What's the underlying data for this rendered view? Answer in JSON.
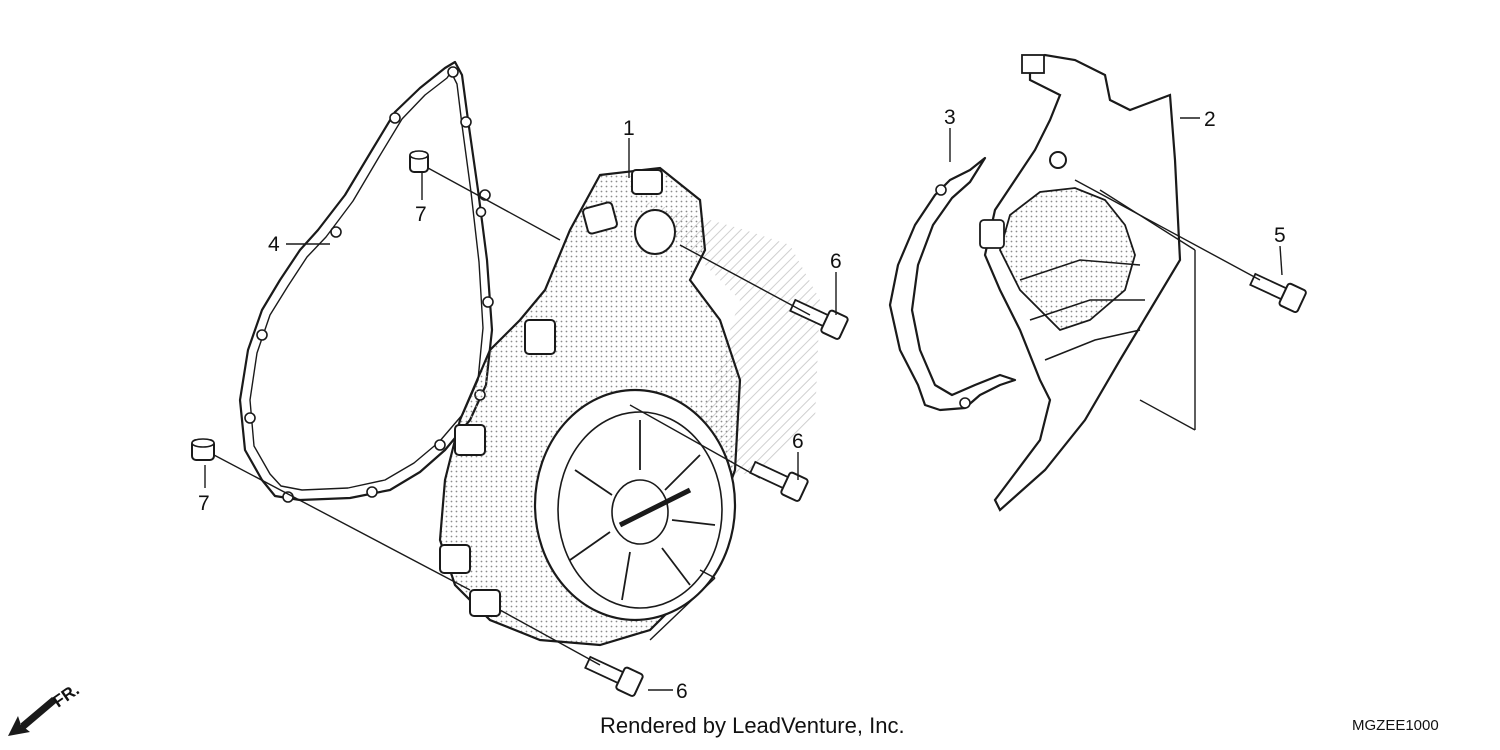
{
  "callouts": {
    "part_1": "1",
    "part_2": "2",
    "part_3": "3",
    "part_4": "4",
    "part_5": "5",
    "part_6_upper": "6",
    "part_6_middle": "6",
    "part_6_lower": "6",
    "part_7_upper": "7",
    "part_7_lower": "7"
  },
  "front_indicator": "FR.",
  "footer": {
    "rendered_by": "Rendered by LeadVenture, Inc.",
    "diagram_code": "MGZEE1000"
  },
  "colors": {
    "ink": "#1a1a1a",
    "shading": "#9a9a9a",
    "background": "#ffffff"
  }
}
